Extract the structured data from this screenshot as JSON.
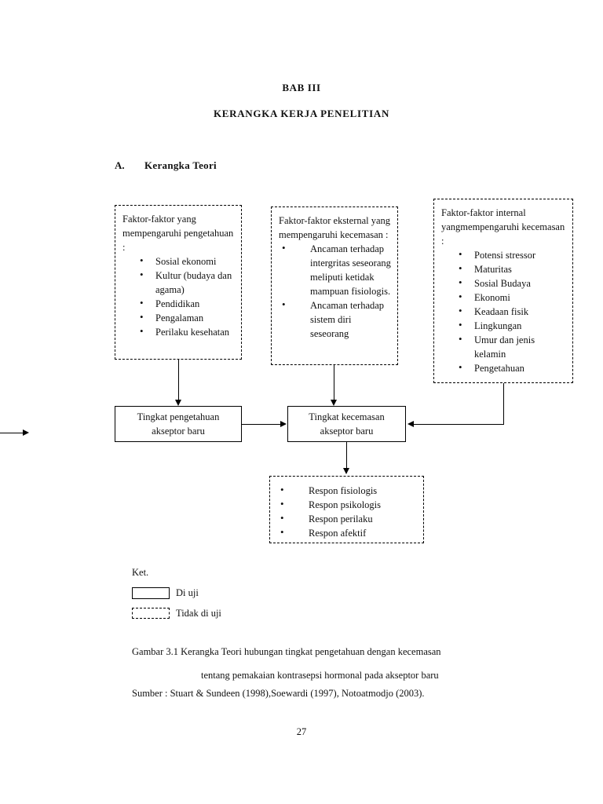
{
  "document": {
    "title": "BAB III",
    "subtitle": "KERANGKA KERJA PENELITIAN",
    "section_letter": "A.",
    "section_title": "Kerangka Teori",
    "page_number": "27"
  },
  "diagram": {
    "box_knowledge_factors": {
      "heading": "Faktor-faktor yang mempengaruhi pengetahuan :",
      "items": [
        "Sosial ekonomi",
        "Kultur (budaya dan agama)",
        "Pendidikan",
        "Pengalaman",
        "Perilaku kesehatan"
      ],
      "style": "dashed"
    },
    "box_external_factors": {
      "heading": "Faktor-faktor eksternal yang mempengaruhi kecemasan :",
      "items": [
        "Ancaman terhadap intergritas seseorang meliputi ketidak mampuan fisiologis.",
        "Ancaman terhadap sistem diri seseorang"
      ],
      "style": "dashed"
    },
    "box_internal_factors": {
      "heading": "Faktor-faktor internal yangmempengaruhi kecemasan :",
      "items": [
        "Potensi stressor",
        "Maturitas",
        "Sosial  Budaya",
        "Ekonomi",
        "Keadaan fisik",
        "Lingkungan",
        "Umur dan jenis kelamin",
        "Pengetahuan"
      ],
      "style": "dashed"
    },
    "box_knowledge_level": {
      "line1": "Tingkat pengetahuan",
      "line2": "akseptor baru",
      "style": "solid"
    },
    "box_anxiety_level": {
      "line1": "Tingkat kecemasan",
      "line2": "akseptor  baru",
      "style": "solid"
    },
    "box_response": {
      "items": [
        "Respon fisiologis",
        "Respon psikologis",
        "Respon perilaku",
        "Respon afektif"
      ],
      "style": "dashed"
    }
  },
  "legend": {
    "title": "Ket.",
    "tested_label": "Di uji",
    "not_tested_label": "Tidak di uji"
  },
  "caption": {
    "line1": "Gambar 3.1 Kerangka Teori hubungan tingkat pengetahuan dengan kecemasan",
    "line2": "tentang pemakaian kontrasepsi hormonal pada akseptor baru",
    "line3": "Sumber  :  Stuart & Sundeen (1998),Soewardi (1997), Notoatmodjo (2003)."
  }
}
